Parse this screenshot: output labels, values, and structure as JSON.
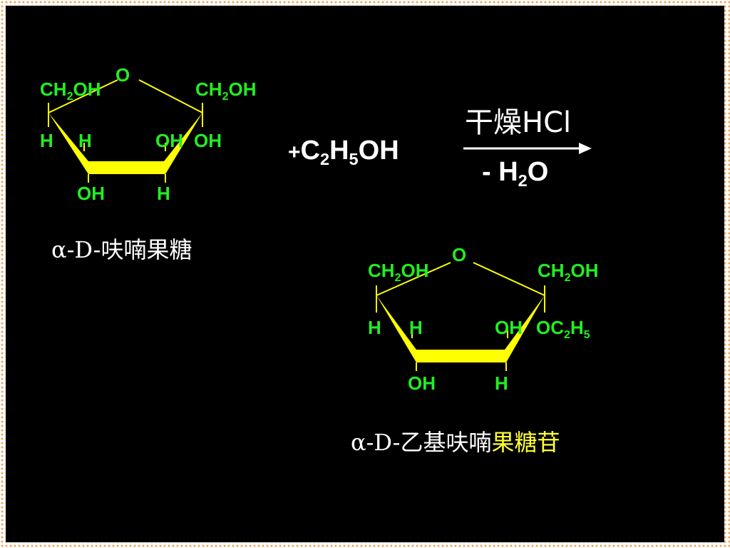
{
  "reactant": {
    "ring_o": "O",
    "c2_group": {
      "a": "CH",
      "sub": "2",
      "b": "OH"
    },
    "c5_group": {
      "a": "CH",
      "sub": "2",
      "b": "OH"
    },
    "h_left_outer": "H",
    "h_left_inner": "H",
    "oh_right_inner": "OH",
    "oh_right_outer": "OH",
    "bottom_oh": "OH",
    "bottom_h": "H",
    "name": "α-D-呋喃果糖"
  },
  "reagent": {
    "plus": "+",
    "c": "C",
    "c_sub": "2",
    "h": "H",
    "h_sub": "5",
    "oh": "OH"
  },
  "conditions": {
    "above": "干燥HCl",
    "below_prefix": "- H",
    "below_sub": "2",
    "below_suffix": "O"
  },
  "product": {
    "ring_o": "O",
    "c2_group": {
      "a": "CH",
      "sub": "2",
      "b": "OH"
    },
    "c5_group": {
      "a": "CH",
      "sub": "2",
      "b": "OH"
    },
    "h_left_outer": "H",
    "h_left_inner": "H",
    "oh_right_inner": "OH",
    "oet": {
      "a": "OC",
      "sub1": "2",
      "b": "H",
      "sub2": "5"
    },
    "bottom_oh": "OH",
    "bottom_h": "H",
    "name_prefix": "α-D-乙基呋喃",
    "name_highlight": "果糖苷"
  },
  "colors": {
    "background": "#000000",
    "atom_labels": "#22ee22",
    "ring": "#ffff00",
    "text": "#ffffff",
    "highlight": "#ffff33",
    "border_dots": "#f0a050"
  }
}
